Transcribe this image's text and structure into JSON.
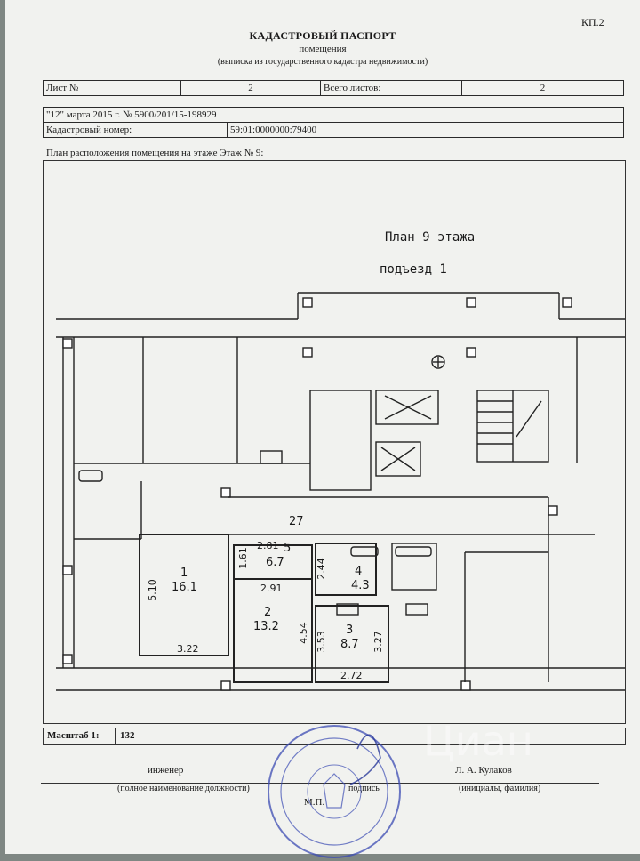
{
  "header": {
    "form_code": "КП.2",
    "title": "КАДАСТРОВЫЙ ПАСПОРТ",
    "subtitle": "помещения",
    "excerpt": "(выписка из государственного кадастра недвижимости)"
  },
  "sheet": {
    "sheet_label": "Лист №",
    "sheet_value": "2",
    "total_label": "Всего листов:",
    "total_value": "2"
  },
  "record": {
    "date_number": "\"12\" марта 2015 г. № 5900/201/15-198929",
    "cadastral_label": "Кадастровый номер:",
    "cadastral_number": "59:01:0000000:79400"
  },
  "plan": {
    "caption": "План расположения помещения на этаже",
    "floor_ref": "Этаж № 9:",
    "plan_title": "План 9 этажа",
    "entrance": "подъезд 1",
    "corridor_number": "27",
    "rooms": [
      {
        "number": "1",
        "area": "16.1"
      },
      {
        "number": "2",
        "area": "13.2"
      },
      {
        "number": "3",
        "area": "8.7"
      },
      {
        "number": "4",
        "area": "4.3"
      },
      {
        "number": "5",
        "area": "6.7"
      }
    ],
    "dimensions": [
      "5.10",
      "3.22",
      "1.61",
      "2.81",
      "2.91",
      "4.54",
      "3.53",
      "2.72",
      "3.27",
      "2.44"
    ]
  },
  "scale": {
    "label": "Масштаб 1:",
    "value": "132"
  },
  "signature": {
    "position": "инженер",
    "position_caption": "(полное наименование должности)",
    "sign_caption": "подпись",
    "name": "Л. А. Кулаков",
    "name_caption": "(инициалы, фамилия)",
    "seal_mark": "М.П."
  },
  "watermark": "Циан",
  "colors": {
    "paper": "#f1f2ef",
    "ink": "#1a1a1a",
    "stamp": "#3b4bb3",
    "background": "#7f8783"
  }
}
